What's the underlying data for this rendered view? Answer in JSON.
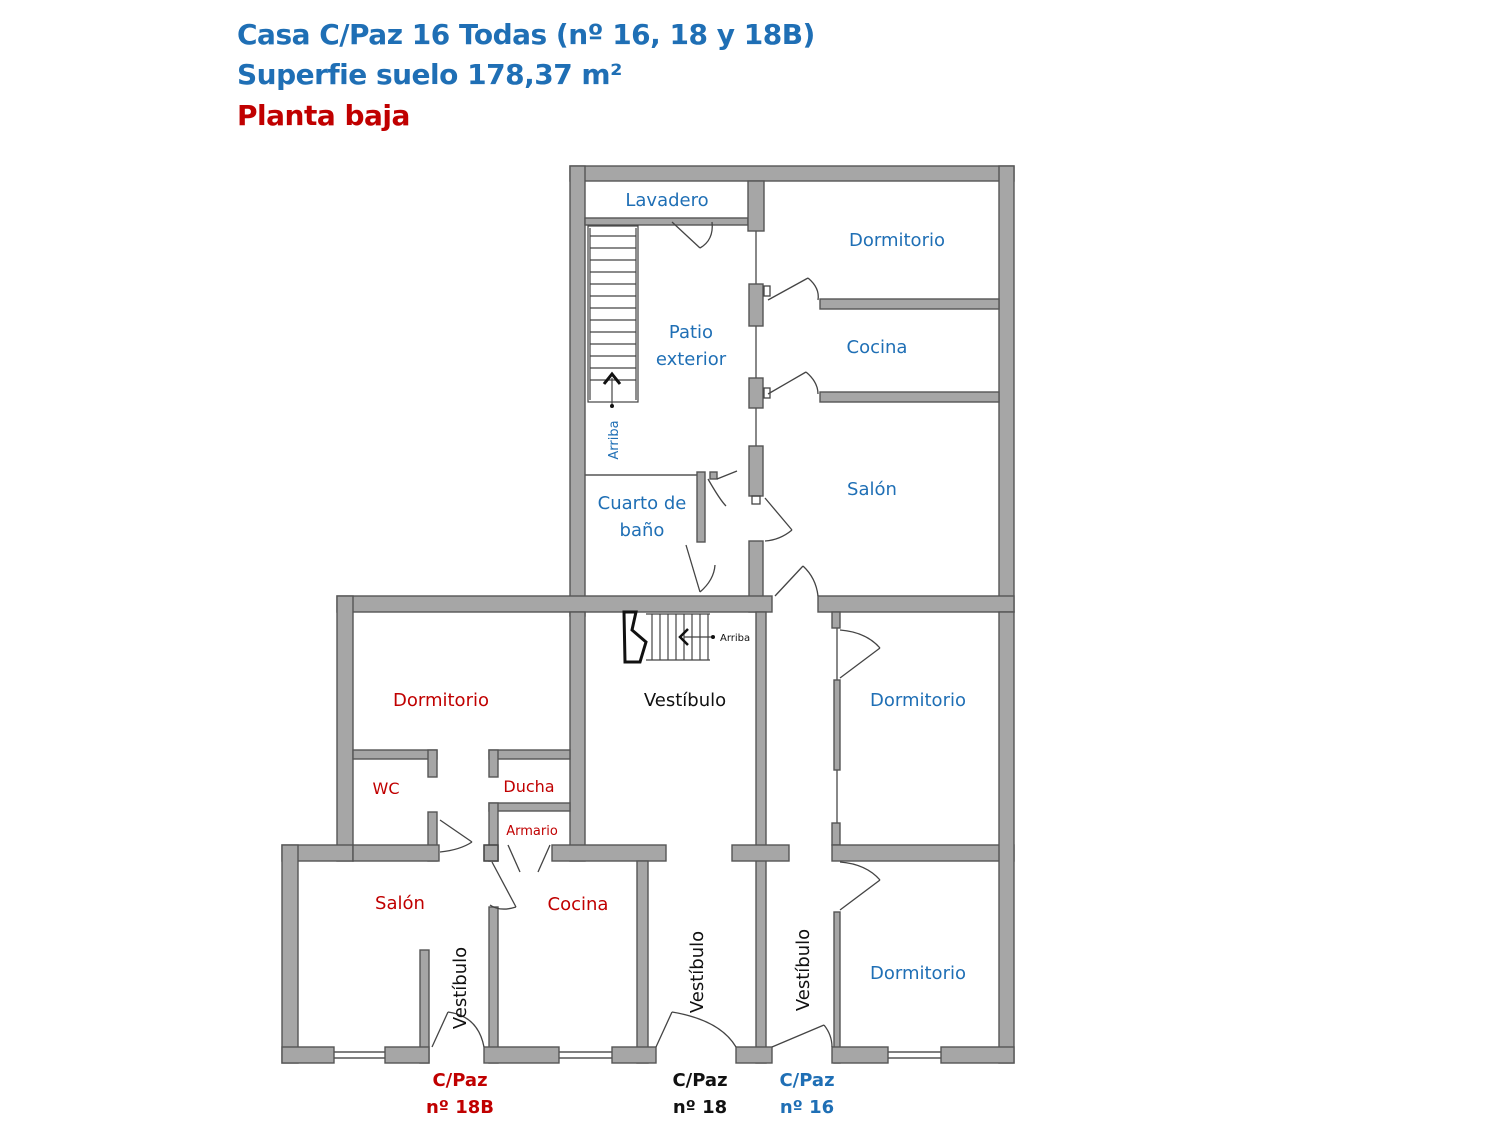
{
  "header": {
    "title": "Casa C/Paz 16 Todas (nº 16, 18 y 18B)",
    "surface": "Superfie suelo 178,37 m²",
    "floor": "Planta baja"
  },
  "colors": {
    "blue": "#1f6fb5",
    "red": "#c00000",
    "black": "#111111",
    "wall": "#a6a6a6"
  },
  "rooms_16": {
    "lavadero": "Lavadero",
    "dormitorio_top": "Dormitorio",
    "patio_1": "Patio",
    "patio_2": "exterior",
    "cocina": "Cocina",
    "arriba": "Arriba",
    "bano_1": "Cuarto de",
    "bano_2": "baño",
    "salon": "Salón",
    "dormitorio_mid": "Dormitorio",
    "dormitorio_low": "Dormitorio",
    "vestibulo": "Vestíbulo"
  },
  "rooms_18": {
    "vestibulo_main": "Vestíbulo",
    "arriba": "Arriba",
    "vestibulo_entry": "Vestíbulo"
  },
  "rooms_18b": {
    "dormitorio": "Dormitorio",
    "wc": "WC",
    "ducha": "Ducha",
    "armario": "Armario",
    "salon": "Salón",
    "cocina": "Cocina",
    "vestibulo": "Vestíbulo"
  },
  "addresses": {
    "a18b_1": "C/Paz",
    "a18b_2": "nº 18B",
    "a18_1": "C/Paz",
    "a18_2": "nº 18",
    "a16_1": "C/Paz",
    "a16_2": "nº 16"
  }
}
